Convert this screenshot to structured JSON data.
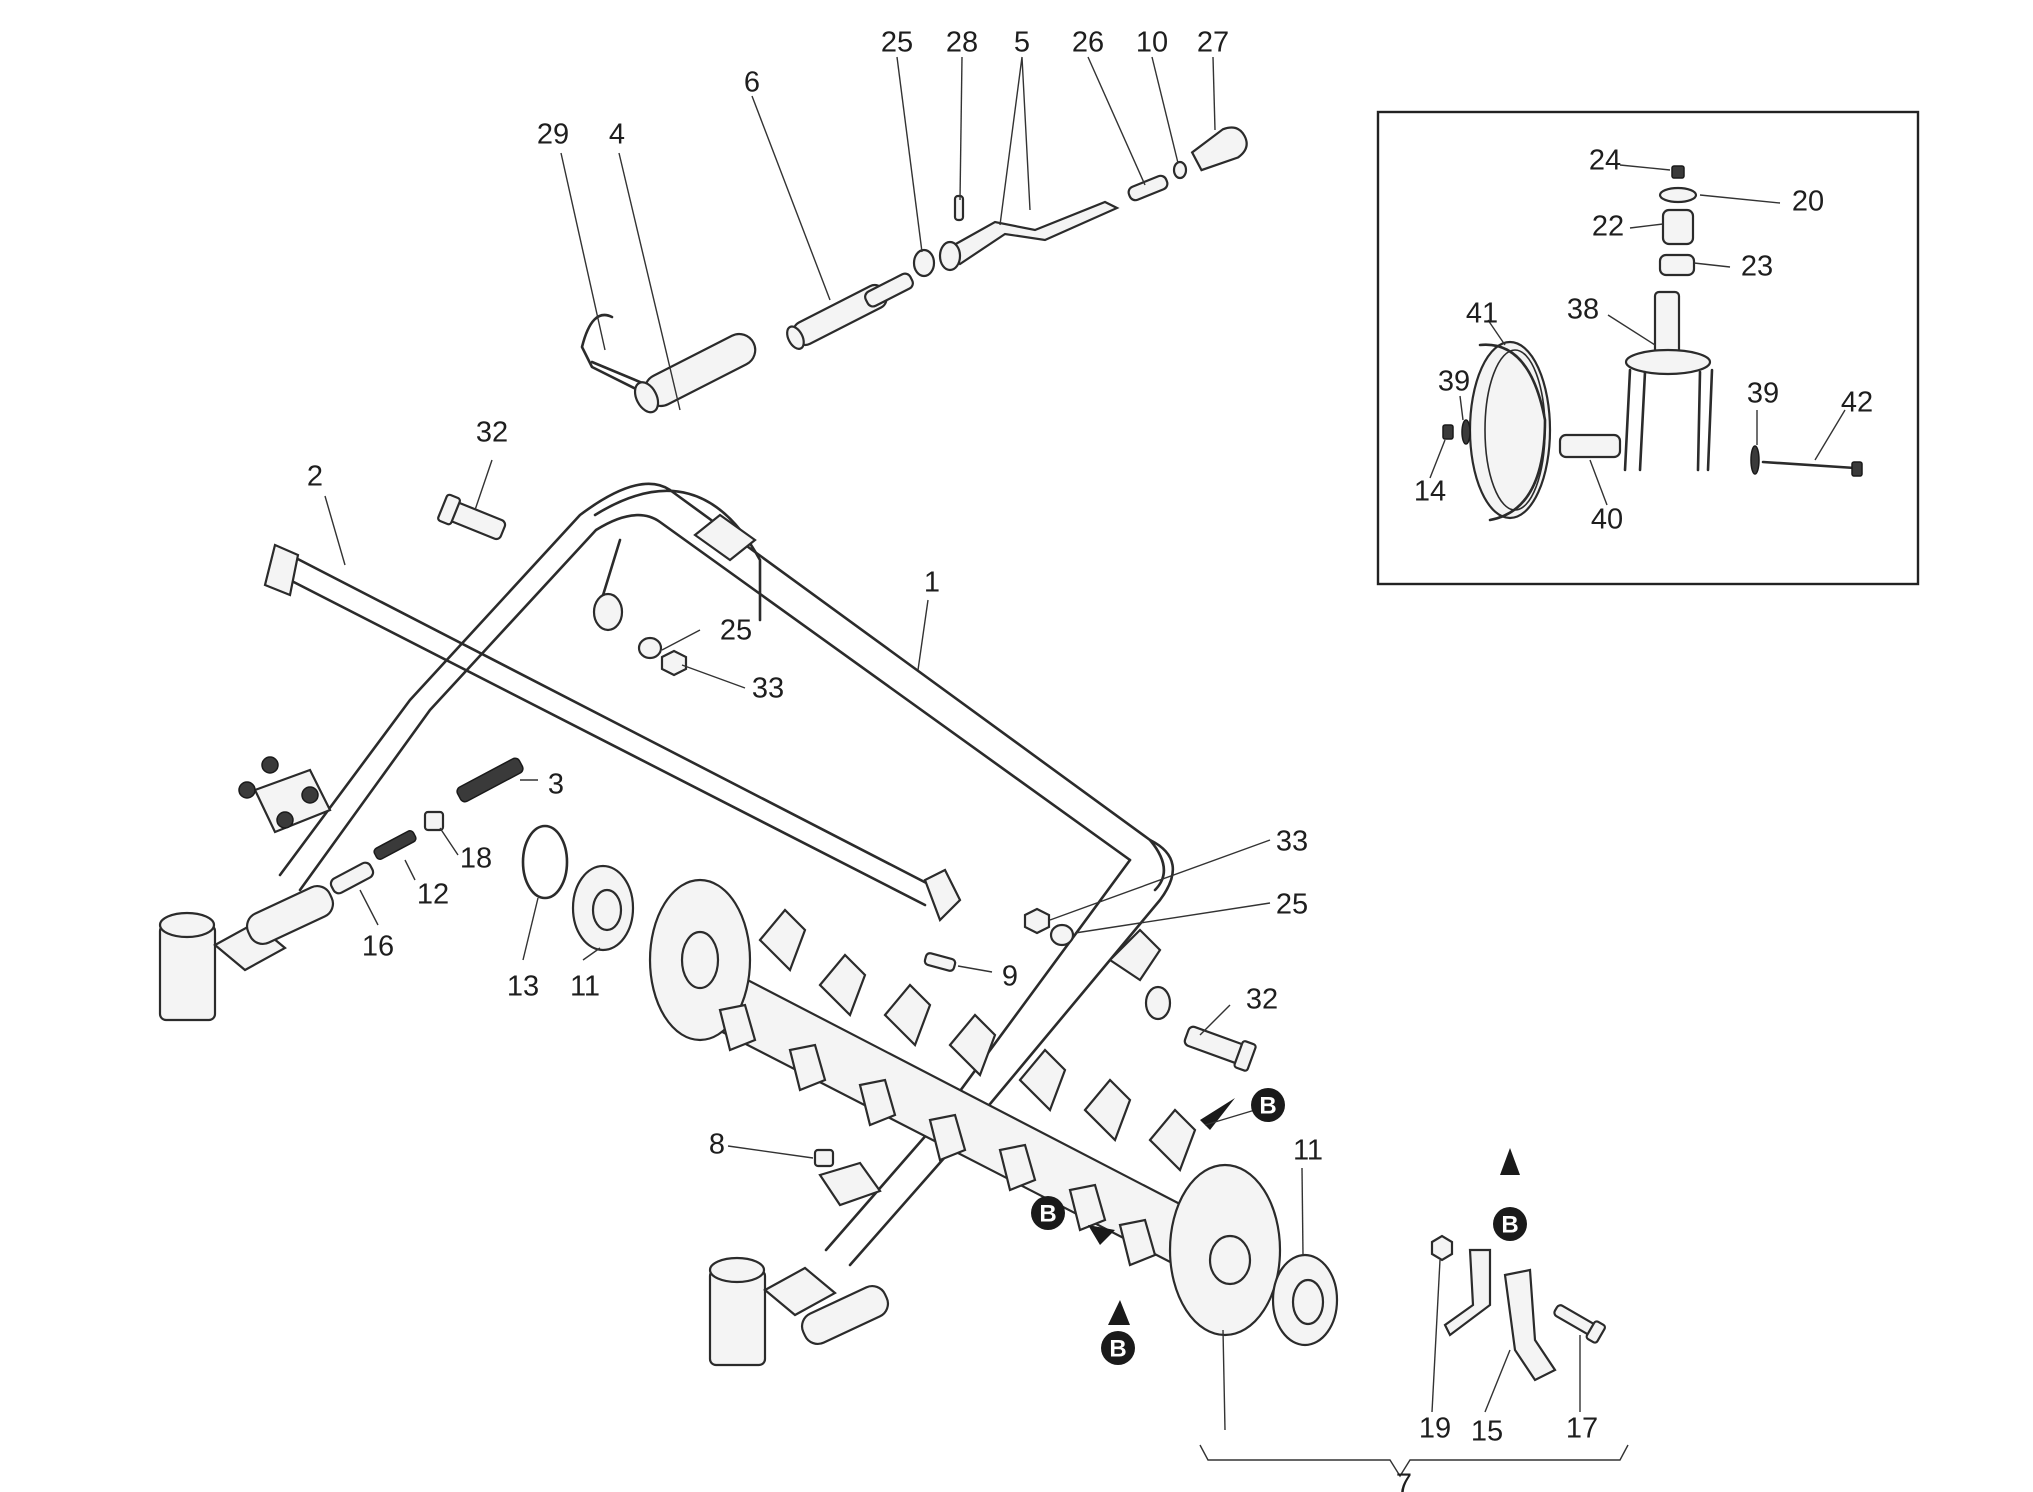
{
  "callouts": [
    {
      "id": "c-25-top",
      "text": "25"
    },
    {
      "id": "c-28",
      "text": "28"
    },
    {
      "id": "c-5",
      "text": "5"
    },
    {
      "id": "c-26",
      "text": "26"
    },
    {
      "id": "c-10",
      "text": "10"
    },
    {
      "id": "c-27",
      "text": "27"
    },
    {
      "id": "c-6",
      "text": "6"
    },
    {
      "id": "c-29",
      "text": "29"
    },
    {
      "id": "c-4",
      "text": "4"
    },
    {
      "id": "c-32-top",
      "text": "32"
    },
    {
      "id": "c-2",
      "text": "2"
    },
    {
      "id": "c-1",
      "text": "1"
    },
    {
      "id": "c-25-mid",
      "text": "25"
    },
    {
      "id": "c-33-mid",
      "text": "33"
    },
    {
      "id": "c-3",
      "text": "3"
    },
    {
      "id": "c-18",
      "text": "18"
    },
    {
      "id": "c-12",
      "text": "12"
    },
    {
      "id": "c-16",
      "text": "16"
    },
    {
      "id": "c-13",
      "text": "13"
    },
    {
      "id": "c-11-left",
      "text": "11"
    },
    {
      "id": "c-9",
      "text": "9"
    },
    {
      "id": "c-33-right",
      "text": "33"
    },
    {
      "id": "c-25-right",
      "text": "25"
    },
    {
      "id": "c-32-right",
      "text": "32"
    },
    {
      "id": "c-11-right",
      "text": "11"
    },
    {
      "id": "c-8",
      "text": "8"
    },
    {
      "id": "c-19",
      "text": "19"
    },
    {
      "id": "c-15",
      "text": "15"
    },
    {
      "id": "c-17",
      "text": "17"
    },
    {
      "id": "c-7",
      "text": "7"
    },
    {
      "id": "c-24",
      "text": "24"
    },
    {
      "id": "c-20",
      "text": "20"
    },
    {
      "id": "c-22",
      "text": "22"
    },
    {
      "id": "c-23",
      "text": "23"
    },
    {
      "id": "c-41",
      "text": "41"
    },
    {
      "id": "c-38",
      "text": "38"
    },
    {
      "id": "c-39-left",
      "text": "39"
    },
    {
      "id": "c-39-right",
      "text": "39"
    },
    {
      "id": "c-42",
      "text": "42"
    },
    {
      "id": "c-14",
      "text": "14"
    },
    {
      "id": "c-40",
      "text": "40"
    }
  ],
  "detail_marker": "B",
  "colors": {
    "line": "#2b2b2b",
    "badge": "#1a1a1a",
    "background": "#ffffff"
  }
}
